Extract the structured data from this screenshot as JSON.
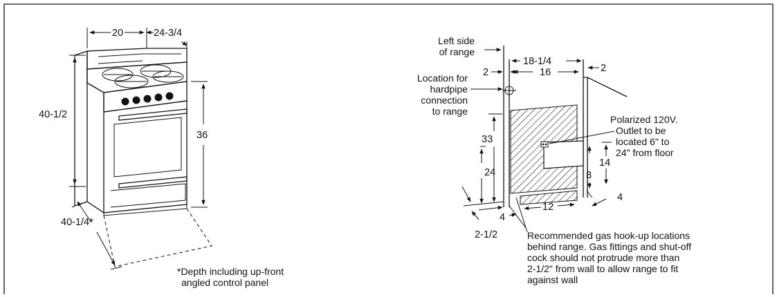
{
  "range_diagram": {
    "width_dim": "20",
    "top_depth_dim": "24-3/4",
    "height_dim": "40-1/2",
    "cooktop_height_dim": "36",
    "overall_depth_dim": "40-1/4*",
    "footnote_line1": "*Depth including up-front",
    "footnote_line2": "angled control panel"
  },
  "installation_diagram": {
    "left_side_label_1": "Left side",
    "left_side_label_2": "of range",
    "hardpipe_label_1": "Location for",
    "hardpipe_label_2": "hardpipe",
    "hardpipe_label_3": "connection",
    "hardpipe_label_4": "to range",
    "dim_2_left": "2",
    "dim_18_1_4": "18-1/4",
    "dim_16": "16",
    "dim_2_right": "2",
    "dim_33": "33",
    "dim_24": "24",
    "outlet_label_1": "Polarized 120V.",
    "outlet_label_2": "Outlet to be",
    "outlet_label_3": "located 6\" to",
    "outlet_label_4": "24\" from floor",
    "dim_14": "14",
    "dim_8": "8",
    "dim_4_right": "4",
    "dim_12": "12",
    "dim_4_left": "4",
    "dim_2_1_2": "2-1/2",
    "gas_note_1": "Recommended gas hook-up locations",
    "gas_note_2": "behind range. Gas fittings and shut-off",
    "gas_note_3": "cock should not protrude more than",
    "gas_note_4": "2-1/2\" from wall to allow range to fit",
    "gas_note_5": "against wall"
  },
  "colors": {
    "ink": "#111111",
    "background": "#ffffff"
  }
}
